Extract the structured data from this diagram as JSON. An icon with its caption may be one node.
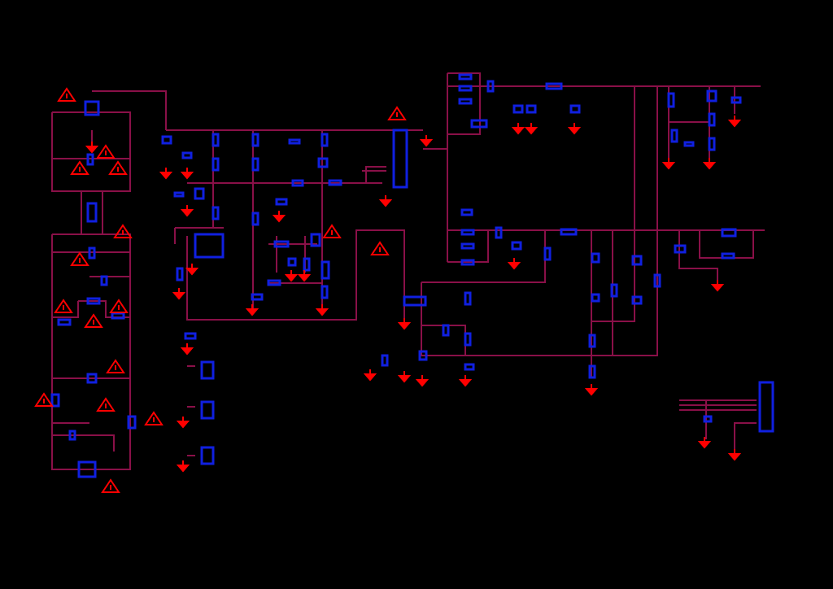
{
  "diagram": {
    "nodes": [
      {
        "text": [],
        "shape": "triangle"
      },
      {
        "text": [],
        "shape": "triangle"
      },
      {
        "text": [],
        "shape": "triangle"
      },
      {
        "text": [],
        "shape": "triangle"
      },
      {
        "text": [],
        "shape": "triangle"
      },
      {
        "text": [],
        "shape": "triangle"
      },
      {
        "text": [],
        "shape": "triangle"
      },
      {
        "text": [],
        "shape": "triangle"
      },
      {
        "text": [],
        "shape": "triangle"
      },
      {
        "text": [],
        "shape": "triangle"
      },
      {
        "text": [],
        "shape": "triangle"
      },
      {
        "text": [],
        "shape": "triangle"
      },
      {
        "text": [],
        "shape": "triangle"
      },
      {
        "text": [],
        "shape": "triangle"
      },
      {
        "text": [],
        "shape": "triangle"
      },
      {
        "text": [],
        "shape": "triangle"
      },
      {
        "text": [],
        "shape": "triangle"
      },
      {
        "text": [],
        "shape": "box"
      },
      {
        "text": [],
        "shape": "box"
      },
      {
        "text": [],
        "shape": "box"
      }
    ]
  }
}
